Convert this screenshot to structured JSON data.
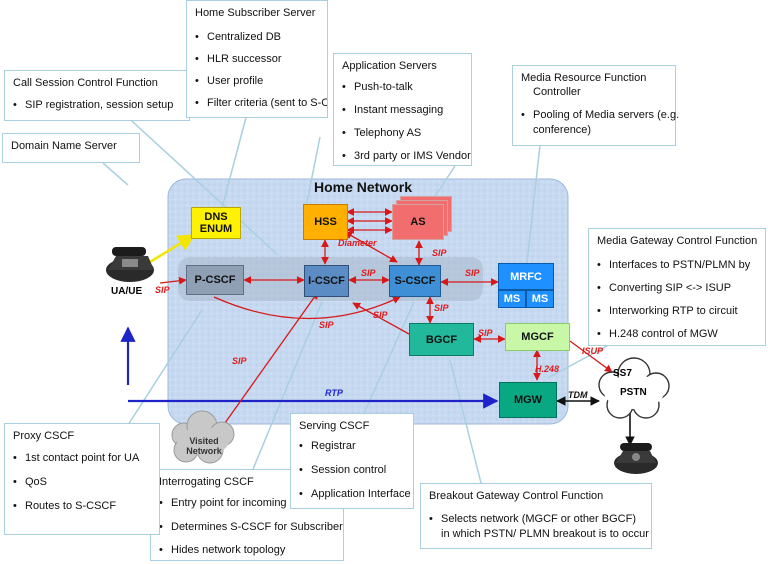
{
  "home_network_title": "Home Network",
  "nodes": {
    "dns": "DNS\nENUM",
    "hss": "HSS",
    "as": "AS",
    "pcscf": "P-CSCF",
    "icscf": "I-CSCF",
    "scscf": "S-CSCF",
    "mrfc": "MRFC",
    "ms1": "MS",
    "ms2": "MS",
    "bgcf": "BGCF",
    "mgcf": "MGCF",
    "mgw": "MGW",
    "pstn": "PSTN",
    "ss7": "SS7",
    "visited": "Visited\nNetwork",
    "ua_label": "UA/UE"
  },
  "link_labels": {
    "sip_ua": "SIP",
    "diameter": "Diameter",
    "sip_as": "SIP",
    "sip_is": "SIP",
    "sip_mrfc": "SIP",
    "sip_bgcf_top": "SIP",
    "sip_p_s": "SIP",
    "sip_bm": "SIP",
    "sip_visited": "SIP",
    "isup": "ISUP",
    "h248": "H.248",
    "rtp": "RTP",
    "tdm": "TDM"
  },
  "callouts": {
    "cscf": {
      "title": "Call Session Control Function",
      "items": [
        "SIP registration,  session setup"
      ]
    },
    "hss": {
      "title": "Home Subscriber Server",
      "items": [
        "Centralized DB",
        "HLR successor",
        "User profile",
        "Filter criteria (sent to S-CSCF)"
      ]
    },
    "as": {
      "title": "Application Servers",
      "items": [
        "Push-to-talk",
        "Instant messaging",
        "Telephony AS",
        "3rd party or IMS Vendor"
      ]
    },
    "mrf": {
      "title": "Media Resource Function",
      "title2": "Controller",
      "items": [
        "Pooling of Media servers (e.g.",
        "conference)"
      ]
    },
    "dns": {
      "title": "Domain Name Server",
      "items": []
    },
    "mgcf": {
      "title": "Media Gateway Control Function",
      "items": [
        "Interfaces to PSTN/PLMN by",
        "Converting SIP <-> ISUP",
        "Interworking RTP to circuit",
        "H.248 control of MGW"
      ]
    },
    "proxy": {
      "title": "Proxy  CSCF",
      "items": [
        "1st contact point for UA",
        "QoS",
        "Routes to S-CSCF"
      ]
    },
    "serving": {
      "title": "Serving CSCF",
      "items": [
        "Registrar",
        "Session control",
        "Application Interface"
      ]
    },
    "interrogating": {
      "title": "Interrogating CSCF",
      "items": [
        "Entry point for incoming c",
        "Determines S-CSCF for Subscribers",
        "Hides network topology"
      ]
    },
    "breakout": {
      "title": "Breakout Gateway Control Function",
      "items": [
        "Selects network (MGCF or other BGCF)",
        "in which PSTN/ PLMN breakout is to occur"
      ]
    }
  }
}
